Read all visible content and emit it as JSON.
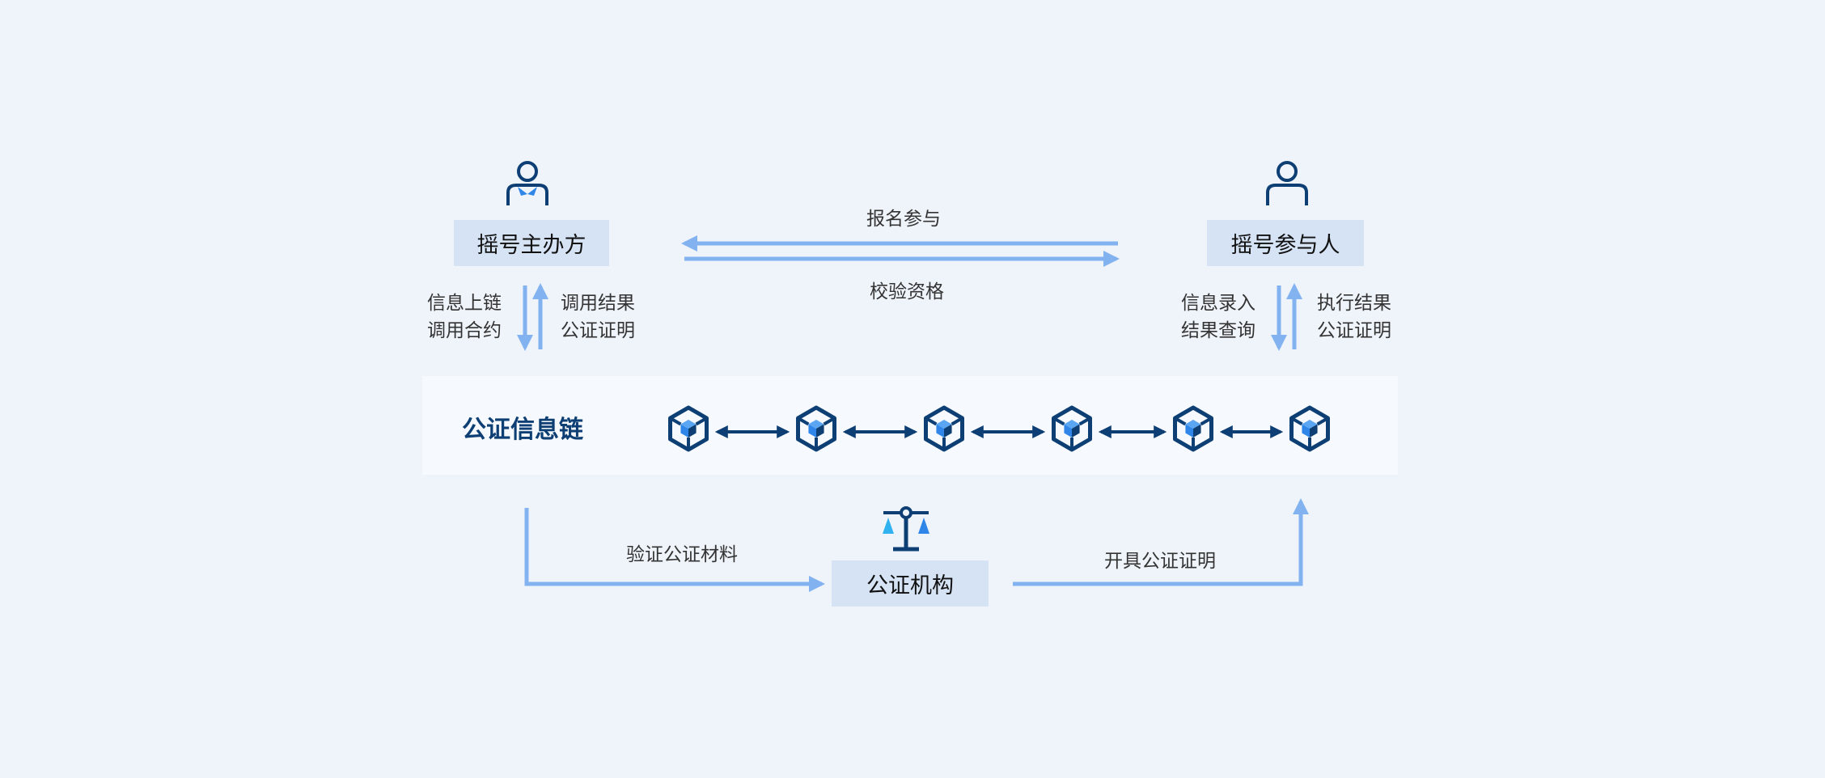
{
  "diagram": {
    "organizer": {
      "label": "摇号主办方",
      "icon": "organizer-person-icon",
      "left_labels": [
        "信息上链",
        "调用合约"
      ],
      "right_labels": [
        "调用结果",
        "公证证明"
      ]
    },
    "participant": {
      "label": "摇号参与人",
      "icon": "participant-person-icon",
      "left_labels": [
        "信息录入",
        "结果查询"
      ],
      "right_labels": [
        "执行结果",
        "公证证明"
      ]
    },
    "exchange": {
      "top_label": "报名参与",
      "bottom_label": "校验资格"
    },
    "chain": {
      "title": "公证信息链",
      "block_icon": "block-cube-icon",
      "block_count": 6
    },
    "notary": {
      "label": "公证机构",
      "icon": "scales-of-justice-icon",
      "left_flow_label": "验证公证材料",
      "right_flow_label": "开具公证证明"
    },
    "colors": {
      "background": "#eff4fb",
      "box_fill": "#d6e3f5",
      "light_arrow": "#82b2f0",
      "dark_navy": "#0d3f74",
      "accent_blue": "#2f86e8",
      "chain_band": "#f6f9fd"
    }
  }
}
